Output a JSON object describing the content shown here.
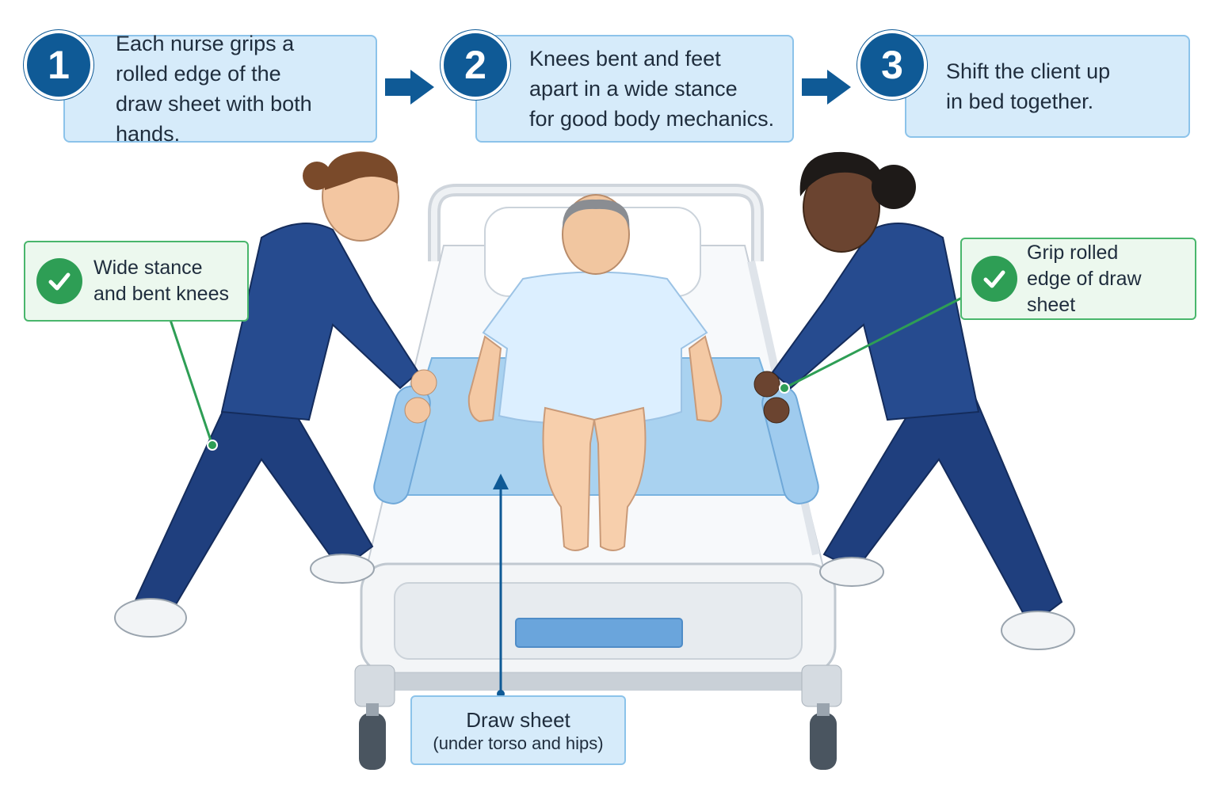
{
  "steps": [
    {
      "number": "1",
      "text": "Each nurse grips a\nrolled edge of the\ndraw sheet with both hands."
    },
    {
      "number": "2",
      "text": "Knees bent and feet\napart in a wide stance\nfor good body mechanics."
    },
    {
      "number": "3",
      "text": "Shift the client up\nin bed together."
    }
  ],
  "callouts": {
    "left": "Wide stance\nand bent knees",
    "right": "Grip rolled\nedge of draw sheet"
  },
  "draw_sheet": {
    "title": "Draw sheet",
    "subtitle": "(under torso and hips)"
  },
  "colors": {
    "step_circle": "#0f5a96",
    "step_box": "#d6ebfa",
    "callout_border": "#49b66c",
    "check": "#2e9e55",
    "scrubs": "#1f3f7e",
    "draw_sheet": "#a9d2f0"
  },
  "icons": [
    "arrow-right-icon",
    "check-icon"
  ]
}
